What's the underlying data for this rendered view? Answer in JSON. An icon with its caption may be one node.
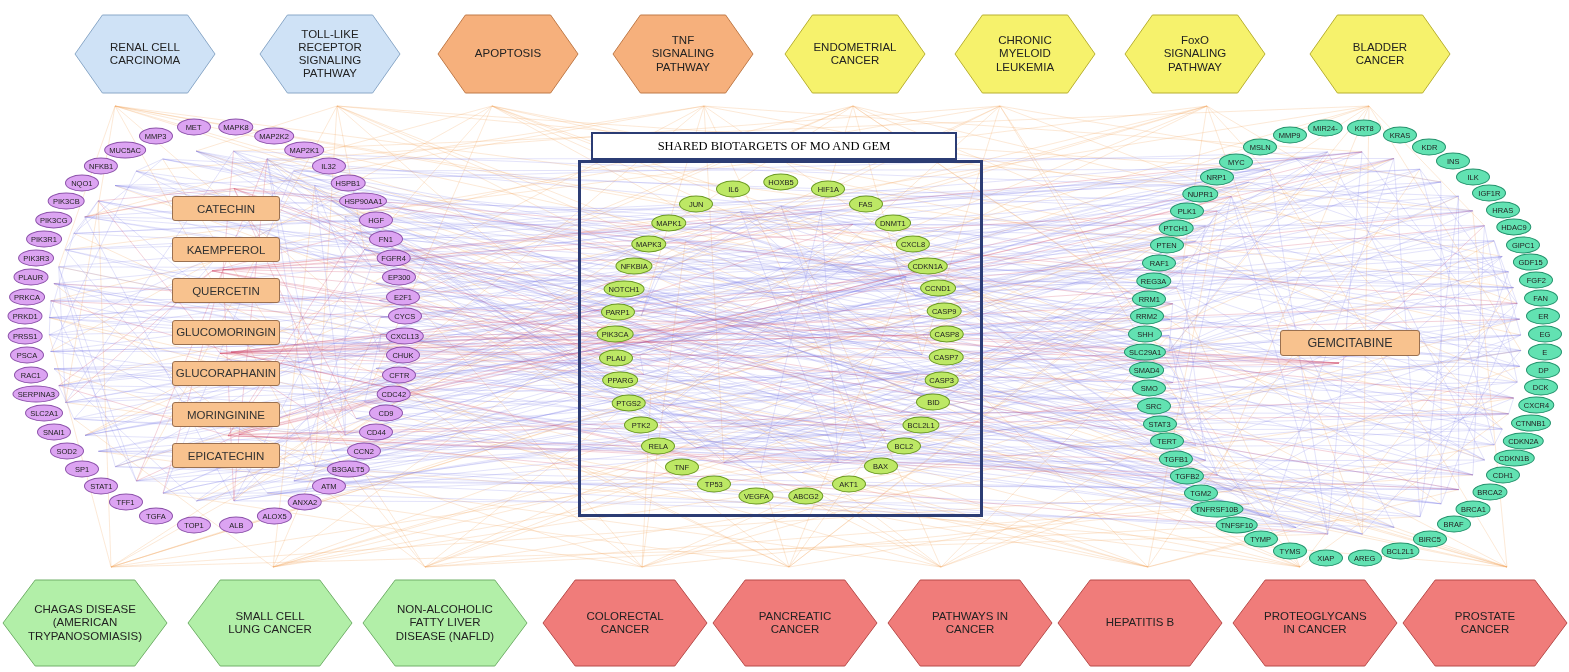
{
  "diagram": {
    "nodes": [
      {
        "text": [
          "RENAL CELL CARCINOMA"
        ]
      },
      {
        "text": [
          "TOLL-LIKE RECEPTOR SIGNALING PATHWAY"
        ]
      },
      {
        "text": [
          "APOPTOSIS"
        ]
      },
      {
        "text": [
          "TNF SIGNALING PATHWAY"
        ]
      },
      {
        "text": [
          "ENDOMETRIAL CANCER"
        ]
      },
      {
        "text": [
          "CHRONIC MYELOID LEUKEMIA"
        ]
      },
      {
        "text": [
          "FoxO SIGNALING PATHWAY"
        ]
      },
      {
        "text": [
          "BLADDER CANCER"
        ]
      },
      {
        "text": [
          "CHAGAS DISEASE (AMERICAN TRYPANOSOMIASIS)"
        ]
      },
      {
        "text": [
          "SMALL CELL LUNG CANCER"
        ]
      },
      {
        "text": [
          "NON-ALCOHOLIC FATTY LIVER DISEASE (NAFLD)"
        ]
      },
      {
        "text": [
          "COLORECTAL CANCER"
        ]
      },
      {
        "text": [
          "PANCREATIC CANCER"
        ]
      },
      {
        "text": [
          "PATHWAYS IN CANCER"
        ]
      },
      {
        "text": [
          "HEPATITIS B"
        ]
      },
      {
        "text": [
          "PROTEOGLYCANS IN CANCER"
        ]
      },
      {
        "text": [
          "PROSTATE CANCER"
        ]
      },
      {
        "text": [
          "CATECHIN"
        ]
      },
      {
        "text": [
          "KAEMPFEROL"
        ]
      },
      {
        "text": [
          "QUERCETIN"
        ]
      },
      {
        "text": [
          "GLUCOMORINGIN"
        ]
      },
      {
        "text": [
          "GLUCORAPHANIN"
        ]
      },
      {
        "text": [
          "MORINGININE"
        ]
      },
      {
        "text": [
          "EPICATECHIN"
        ]
      },
      {
        "text": [
          "ALB"
        ]
      },
      {
        "text": [
          "ALOX5"
        ]
      },
      {
        "text": [
          "ANXA2"
        ]
      },
      {
        "text": [
          "ATM"
        ]
      },
      {
        "text": [
          "B3GALT5"
        ]
      },
      {
        "text": [
          "CCN2"
        ]
      },
      {
        "text": [
          "CD44"
        ]
      },
      {
        "text": [
          "CD9"
        ]
      },
      {
        "text": [
          "CDC42"
        ]
      },
      {
        "text": [
          "CFTR"
        ]
      },
      {
        "text": [
          "CHUK"
        ]
      },
      {
        "text": [
          "CXCL13"
        ]
      },
      {
        "text": [
          "CYCS"
        ]
      },
      {
        "text": [
          "E2F1"
        ]
      },
      {
        "text": [
          "EP300"
        ]
      },
      {
        "text": [
          "FGFR4"
        ]
      },
      {
        "text": [
          "FN1"
        ]
      },
      {
        "text": [
          "HGF"
        ]
      },
      {
        "text": [
          "HSP90AA1"
        ]
      },
      {
        "text": [
          "HSPB1"
        ]
      },
      {
        "text": [
          "IL32"
        ]
      },
      {
        "text": [
          "MAP2K1"
        ]
      },
      {
        "text": [
          "MAP2K2"
        ]
      },
      {
        "text": [
          "MAPK8"
        ]
      },
      {
        "text": [
          "MET"
        ]
      },
      {
        "text": [
          "MMP3"
        ]
      },
      {
        "text": [
          "MUC5AC"
        ]
      },
      {
        "text": [
          "NFKB1"
        ]
      },
      {
        "text": [
          "NQO1"
        ]
      },
      {
        "text": [
          "PIK3CB"
        ]
      },
      {
        "text": [
          "PIK3CG"
        ]
      },
      {
        "text": [
          "PIK3R1"
        ]
      },
      {
        "text": [
          "PIK3R3"
        ]
      },
      {
        "text": [
          "PLAUR"
        ]
      },
      {
        "text": [
          "PRKCA"
        ]
      },
      {
        "text": [
          "PRKD1"
        ]
      },
      {
        "text": [
          "PRSS1"
        ]
      },
      {
        "text": [
          "PSCA"
        ]
      },
      {
        "text": [
          "RAC1"
        ]
      },
      {
        "text": [
          "SERPINA3"
        ]
      },
      {
        "text": [
          "SLC2A1"
        ]
      },
      {
        "text": [
          "SNAI1"
        ]
      },
      {
        "text": [
          "SOD2"
        ]
      },
      {
        "text": [
          "SP1"
        ]
      },
      {
        "text": [
          "STAT1"
        ]
      },
      {
        "text": [
          "TFF1"
        ]
      },
      {
        "text": [
          "TGFA"
        ]
      },
      {
        "text": [
          "TOP1"
        ]
      },
      {
        "text": [
          "SHARED BIOTARGETS OF MO AND GEM"
        ]
      },
      {
        "text": [
          "ABCG2"
        ],
        "in": 72
      },
      {
        "text": [
          "AKT1"
        ],
        "in": 72
      },
      {
        "text": [
          "BAX"
        ],
        "in": 72
      },
      {
        "text": [
          "BCL2"
        ],
        "in": 72
      },
      {
        "text": [
          "BCL2L1"
        ],
        "in": 72
      },
      {
        "text": [
          "BID"
        ],
        "in": 72
      },
      {
        "text": [
          "CASP3"
        ],
        "in": 72
      },
      {
        "text": [
          "CASP7"
        ],
        "in": 72
      },
      {
        "text": [
          "CASP8"
        ],
        "in": 72
      },
      {
        "text": [
          "CASP9"
        ],
        "in": 72
      },
      {
        "text": [
          "CCND1"
        ],
        "in": 72
      },
      {
        "text": [
          "CDKN1A"
        ],
        "in": 72
      },
      {
        "text": [
          "CXCL8"
        ],
        "in": 72
      },
      {
        "text": [
          "DNMT1"
        ],
        "in": 72
      },
      {
        "text": [
          "FAS"
        ],
        "in": 72
      },
      {
        "text": [
          "HIF1A"
        ],
        "in": 72
      },
      {
        "text": [
          "HOXB5"
        ],
        "in": 72
      },
      {
        "text": [
          "IL6"
        ],
        "in": 72
      },
      {
        "text": [
          "JUN"
        ],
        "in": 72
      },
      {
        "text": [
          "MAPK1"
        ],
        "in": 72
      },
      {
        "text": [
          "MAPK3"
        ],
        "in": 72
      },
      {
        "text": [
          "NFKBIA"
        ],
        "in": 72
      },
      {
        "text": [
          "NOTCH1"
        ],
        "in": 72
      },
      {
        "text": [
          "PARP1"
        ],
        "in": 72
      },
      {
        "text": [
          "PIK3CA"
        ],
        "in": 72
      },
      {
        "text": [
          "PLAU"
        ],
        "in": 72
      },
      {
        "text": [
          "PPARG"
        ],
        "in": 72
      },
      {
        "text": [
          "PTGS2"
        ],
        "in": 72
      },
      {
        "text": [
          "PTK2"
        ],
        "in": 72
      },
      {
        "text": [
          "RELA"
        ],
        "in": 72
      },
      {
        "text": [
          "TNF"
        ],
        "in": 72
      },
      {
        "text": [
          "TP53"
        ],
        "in": 72
      },
      {
        "text": [
          "VEGFA"
        ],
        "in": 72
      },
      {
        "text": [
          "GEMCITABINE"
        ]
      },
      {
        "text": [
          "AREG"
        ]
      },
      {
        "text": [
          "BCL2L1"
        ]
      },
      {
        "text": [
          "BIRC5"
        ]
      },
      {
        "text": [
          "BRAF"
        ]
      },
      {
        "text": [
          "BRCA1"
        ]
      },
      {
        "text": [
          "BRCA2"
        ]
      },
      {
        "text": [
          "CDH1"
        ]
      },
      {
        "text": [
          "CDKN1B"
        ]
      },
      {
        "text": [
          "CDKN2A"
        ]
      },
      {
        "text": [
          "CTNNB1"
        ]
      },
      {
        "text": [
          "CXCR4"
        ]
      },
      {
        "text": [
          "DCK"
        ]
      },
      {
        "text": [
          "DP"
        ]
      },
      {
        "text": [
          "E"
        ]
      },
      {
        "text": [
          "EG"
        ]
      },
      {
        "text": [
          "ER"
        ]
      },
      {
        "text": [
          "FAN"
        ]
      },
      {
        "text": [
          "FGF2"
        ]
      },
      {
        "text": [
          "GDF15"
        ]
      },
      {
        "text": [
          "GIPC1"
        ]
      },
      {
        "text": [
          "HDAC9"
        ]
      },
      {
        "text": [
          "HRAS"
        ]
      },
      {
        "text": [
          "IGF1R"
        ]
      },
      {
        "text": [
          "ILK"
        ]
      },
      {
        "text": [
          "INS"
        ]
      },
      {
        "text": [
          "KDR"
        ]
      },
      {
        "text": [
          "KRAS"
        ]
      },
      {
        "text": [
          "KRT8"
        ]
      },
      {
        "text": [
          "MIR24-"
        ]
      },
      {
        "text": [
          "MMP9"
        ]
      },
      {
        "text": [
          "MSLN"
        ]
      },
      {
        "text": [
          "MYC"
        ]
      },
      {
        "text": [
          "NRP1"
        ]
      },
      {
        "text": [
          "NUPR1"
        ]
      },
      {
        "text": [
          "PLK1"
        ]
      },
      {
        "text": [
          "PTCH1"
        ]
      },
      {
        "text": [
          "PTEN"
        ]
      },
      {
        "text": [
          "RAF1"
        ]
      },
      {
        "text": [
          "REG3A"
        ]
      },
      {
        "text": [
          "RRM1"
        ]
      },
      {
        "text": [
          "RRM2"
        ]
      },
      {
        "text": [
          "SHH"
        ]
      },
      {
        "text": [
          "SLC29A1"
        ]
      },
      {
        "text": [
          "SMAD4"
        ]
      },
      {
        "text": [
          "SMO"
        ]
      },
      {
        "text": [
          "SRC"
        ]
      },
      {
        "text": [
          "STAT3"
        ]
      },
      {
        "text": [
          "TERT"
        ]
      },
      {
        "text": [
          "TGFB1"
        ]
      },
      {
        "text": [
          "TGFB2"
        ]
      },
      {
        "text": [
          "TGM2"
        ]
      },
      {
        "text": [
          "TNFRSF10B"
        ]
      },
      {
        "text": [
          "TNFSF10"
        ]
      },
      {
        "text": [
          "TYMP"
        ]
      },
      {
        "text": [
          "TYMS"
        ]
      },
      {
        "text": [
          "XIAP"
        ]
      }
    ]
  }
}
